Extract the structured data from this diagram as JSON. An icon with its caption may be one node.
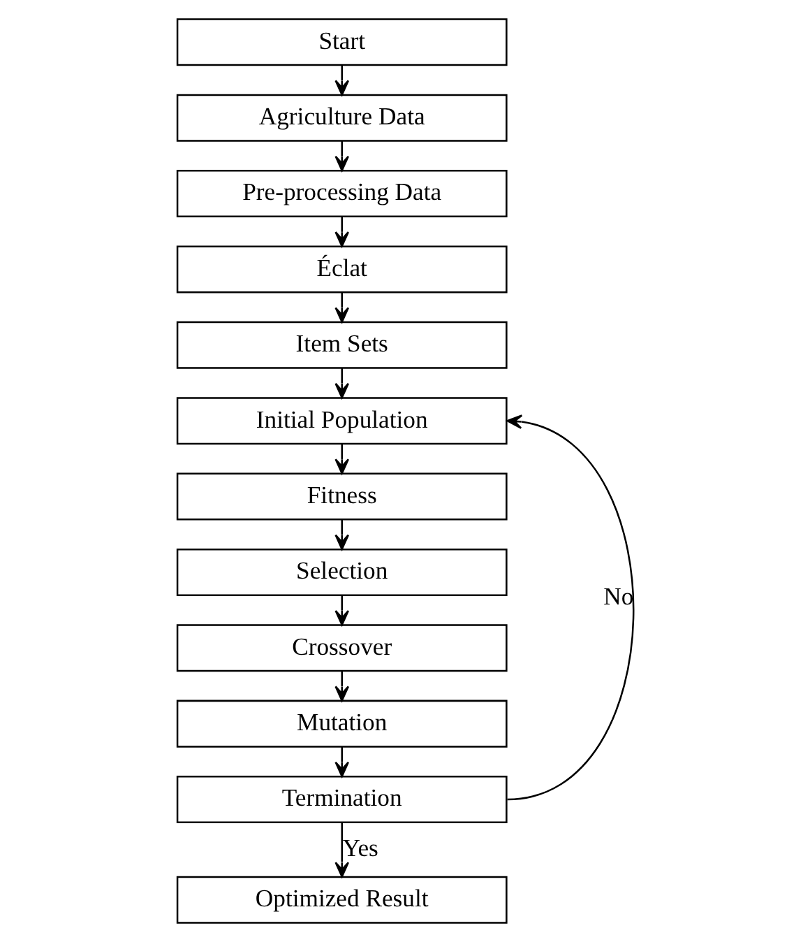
{
  "diagram": {
    "nodes": [
      {
        "text": [
          "Start"
        ]
      },
      {
        "text": [
          "Agriculture Data"
        ]
      },
      {
        "text": [
          "Pre-processing Data"
        ]
      },
      {
        "text": [
          "Éclat"
        ]
      },
      {
        "text": [
          "Item Sets"
        ]
      },
      {
        "text": [
          "Initial Population"
        ]
      },
      {
        "text": [
          "Fitness"
        ]
      },
      {
        "text": [
          "Selection"
        ]
      },
      {
        "text": [
          "Crossover"
        ]
      },
      {
        "text": [
          "Mutation"
        ]
      },
      {
        "text": [
          "Termination"
        ]
      },
      {
        "text": [
          "Optimized Result"
        ]
      }
    ],
    "edges": [
      {
        "from": 0,
        "to": 1,
        "arrow": "to"
      },
      {
        "from": 1,
        "to": 2,
        "arrow": "to"
      },
      {
        "from": 2,
        "to": 3,
        "arrow": "to"
      },
      {
        "from": 3,
        "to": 4,
        "arrow": "to"
      },
      {
        "from": 4,
        "to": 5,
        "arrow": "to"
      },
      {
        "from": 5,
        "to": 6,
        "arrow": "to"
      },
      {
        "from": 6,
        "to": 7,
        "arrow": "to"
      },
      {
        "from": 7,
        "to": 8,
        "arrow": "to"
      },
      {
        "from": 8,
        "to": 9,
        "arrow": "to"
      },
      {
        "from": 9,
        "to": 10,
        "arrow": "to"
      },
      {
        "from": 10,
        "to": 11,
        "arrow": "to",
        "label": "Yes"
      },
      {
        "from": 10,
        "to": 5,
        "arrow": "to",
        "label": "No"
      }
    ]
  }
}
